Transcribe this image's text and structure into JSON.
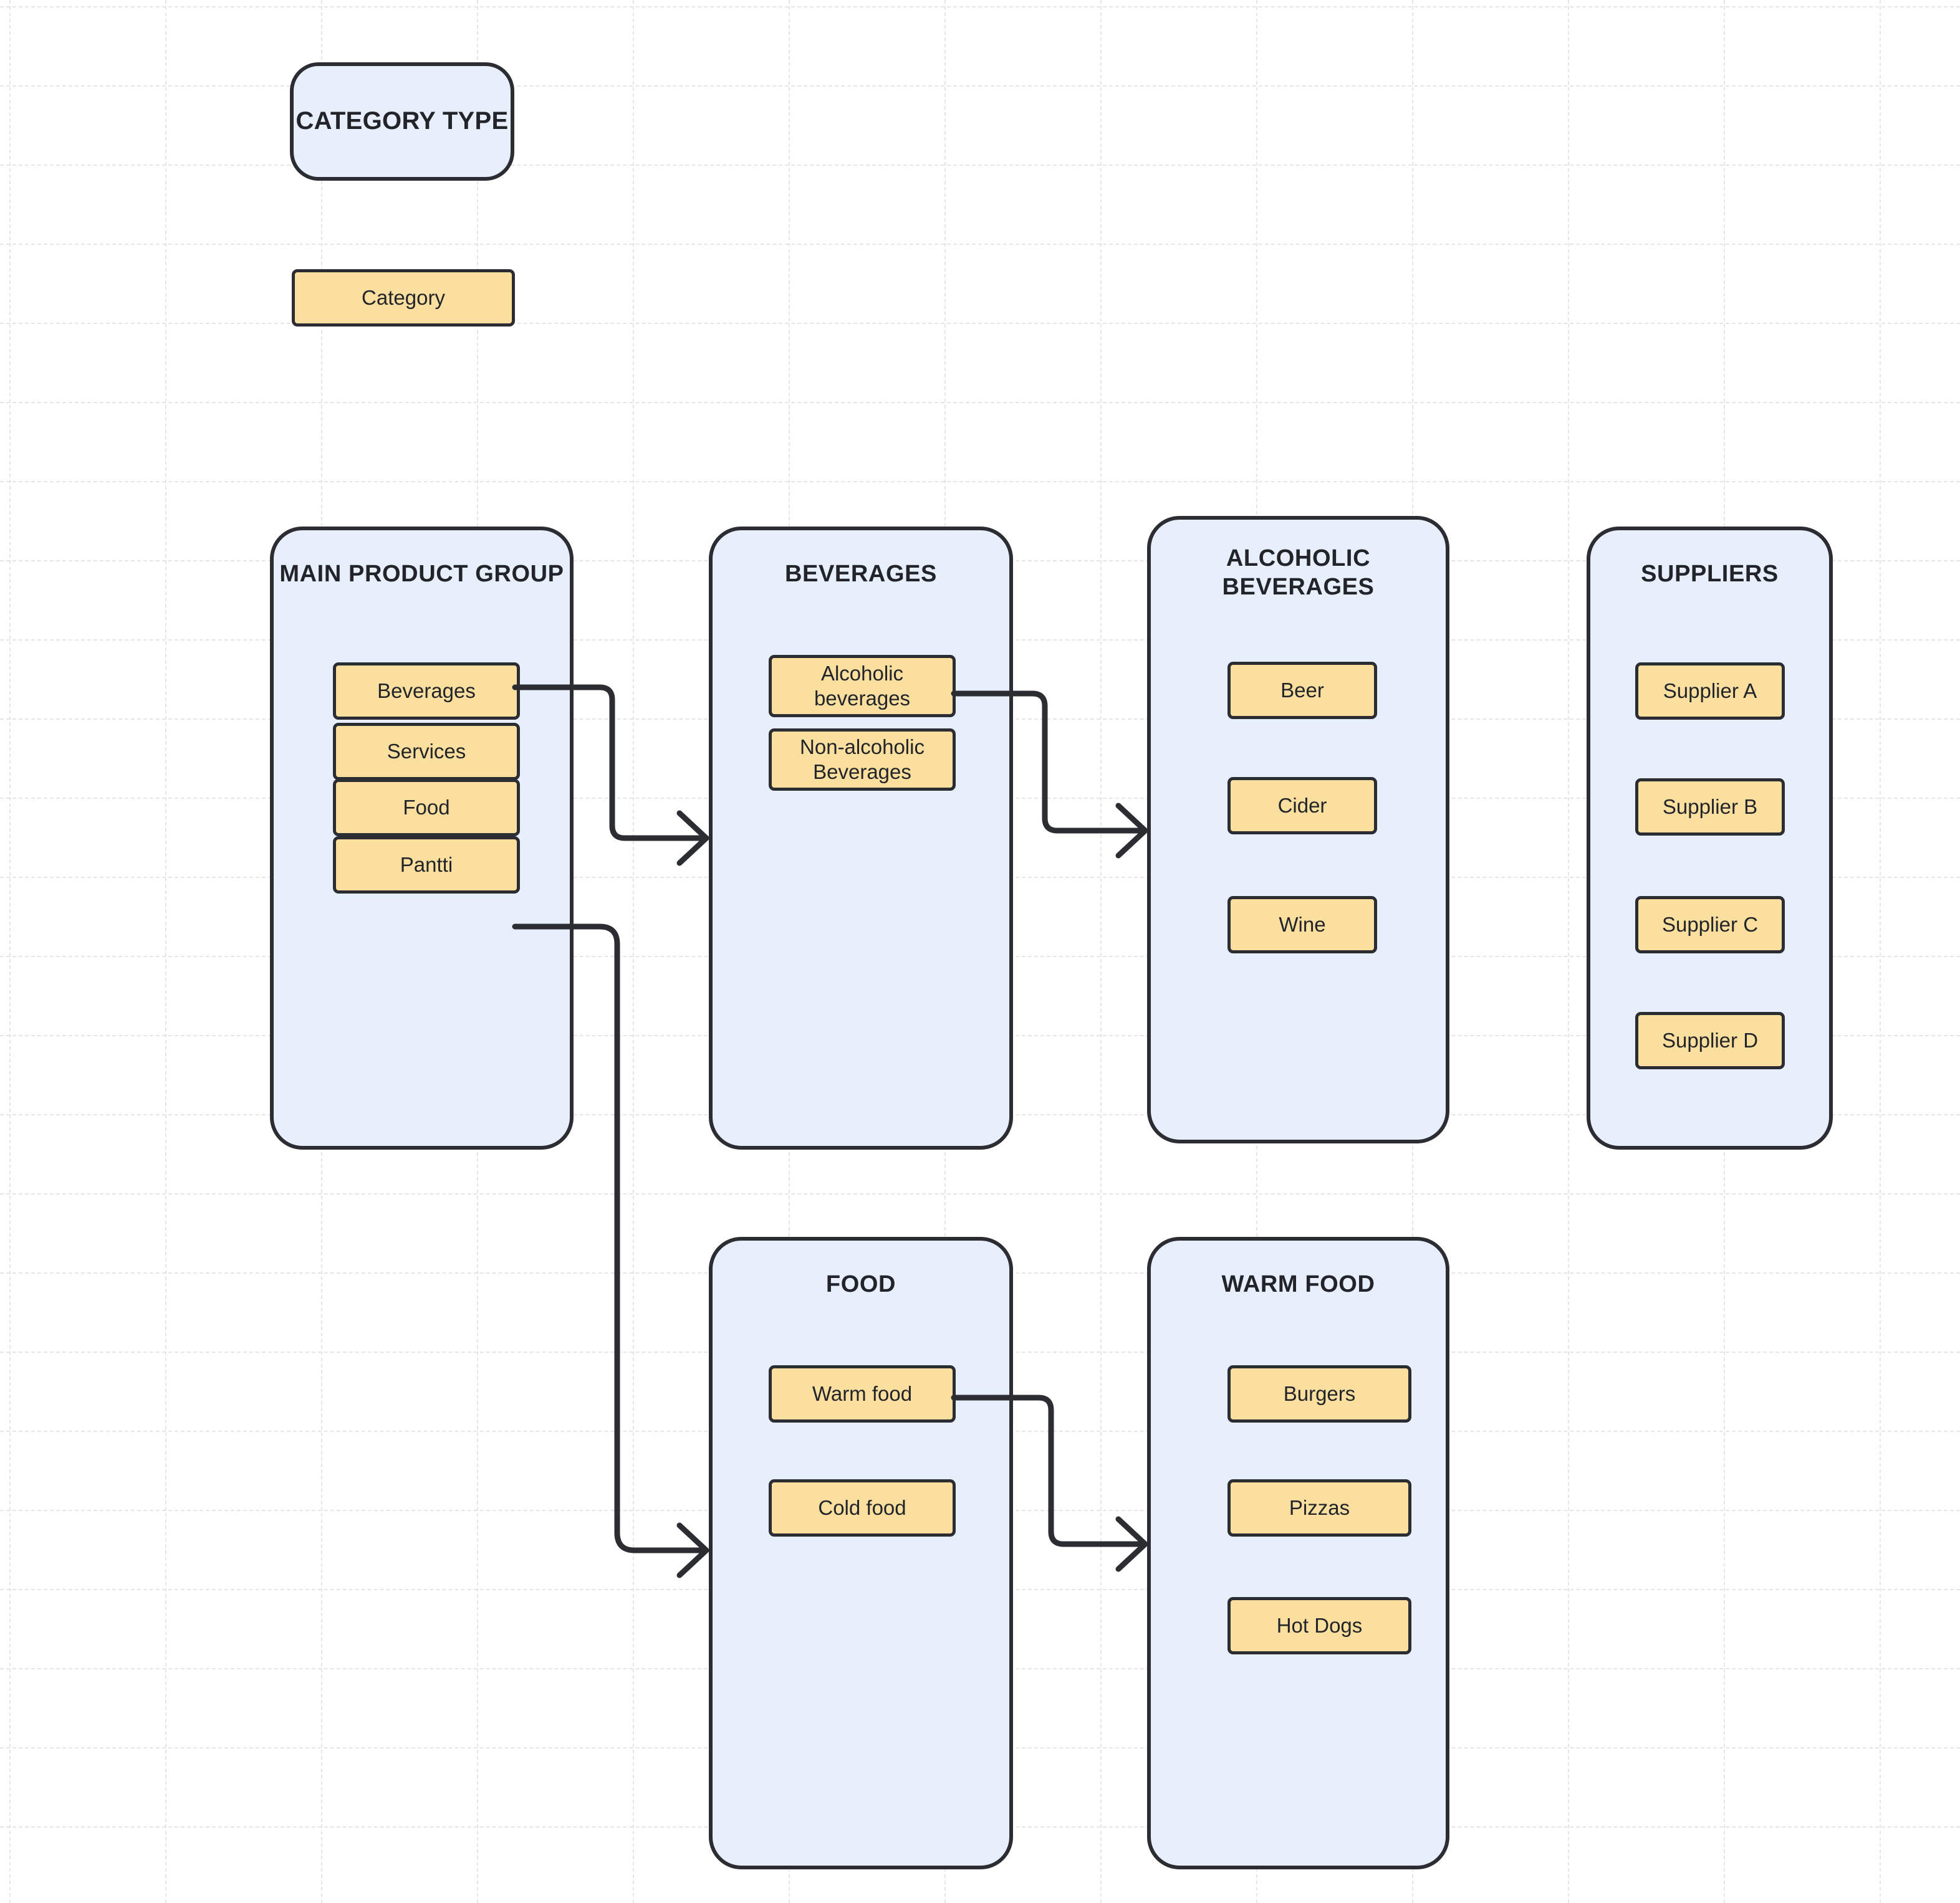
{
  "legend": {
    "type_shape_label": "CATEGORY TYPE",
    "category_chip_label": "Category"
  },
  "groups": [
    {
      "id": "main-product-group",
      "title": "MAIN PRODUCT GROUP",
      "items": [
        "Beverages",
        "Services",
        "Food",
        "Pantti"
      ]
    },
    {
      "id": "beverages",
      "title": "BEVERAGES",
      "items": [
        "Alcoholic beverages",
        "Non-alcoholic Beverages"
      ]
    },
    {
      "id": "alcoholic-beverages",
      "title": "ALCOHOLIC BEVERAGES",
      "items": [
        "Beer",
        "Cider",
        "Wine"
      ]
    },
    {
      "id": "suppliers",
      "title": "SUPPLIERS",
      "items": [
        "Supplier A",
        "Supplier B",
        "Supplier C",
        "Supplier D"
      ]
    },
    {
      "id": "food",
      "title": "FOOD",
      "items": [
        "Warm food",
        "Cold food"
      ]
    },
    {
      "id": "warm-food",
      "title": "WARM FOOD",
      "items": [
        "Burgers",
        "Pizzas",
        "Hot Dogs"
      ]
    }
  ],
  "connections": [
    {
      "from": "Beverages",
      "to": "BEVERAGES"
    },
    {
      "from": "Alcoholic beverages",
      "to": "ALCOHOLIC BEVERAGES"
    },
    {
      "from": "Food",
      "to": "FOOD"
    },
    {
      "from": "Warm food",
      "to": "WARM FOOD"
    }
  ],
  "colors": {
    "canvas_background": "#ffffff",
    "group_fill": "#e8effc",
    "item_fill": "#fadf9f",
    "stroke": "#2b2d33",
    "grid_line": "#cfd2d7"
  }
}
